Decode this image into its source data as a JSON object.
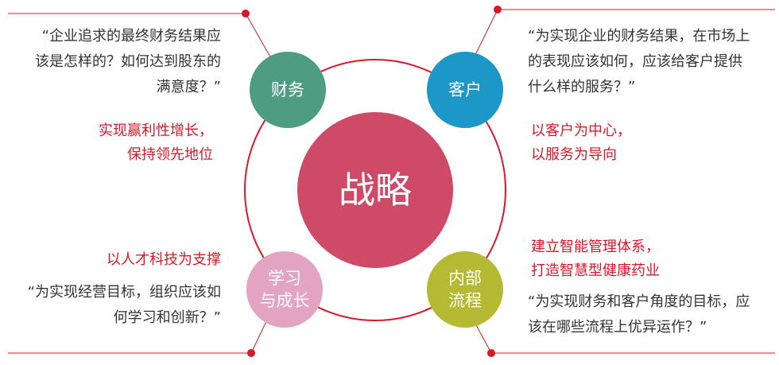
{
  "center": {
    "label": "战略",
    "color": "#cf4a67"
  },
  "ring_color": "#d8192a",
  "nodes": {
    "finance": {
      "label": "财务",
      "color": "#4e9d83",
      "question": [
        "“企业追求的最终财务结果应",
        "该是怎样的？如何达到股东的",
        "满意度？”"
      ],
      "goal": [
        "实现赢利性增长，",
        "保持领先地位"
      ]
    },
    "customer": {
      "label": "客户",
      "color": "#1d96c8",
      "question": [
        "“为实现企业的财务结果，在市场上",
        "的表现应该如何，应该给客户提供",
        "什么样的服务？”"
      ],
      "goal": [
        "以客户为中心，",
        "以服务为导向"
      ]
    },
    "learning": {
      "label_lines": [
        "学习",
        "与成长"
      ],
      "color": "#e3a3c3",
      "question": [
        "“为实现经营目标，组织应该如",
        "何学习和创新？”"
      ],
      "goal": [
        "以人才科技为支撑"
      ]
    },
    "process": {
      "label_lines": [
        "内部",
        "流程"
      ],
      "color": "#b5ba32",
      "question": [
        "“为实现财务和客户角度的目标，应",
        "该在哪些流程上优异运作？”"
      ],
      "goal": [
        "建立智能管理体系，",
        "打造智慧型健康药业"
      ]
    }
  }
}
